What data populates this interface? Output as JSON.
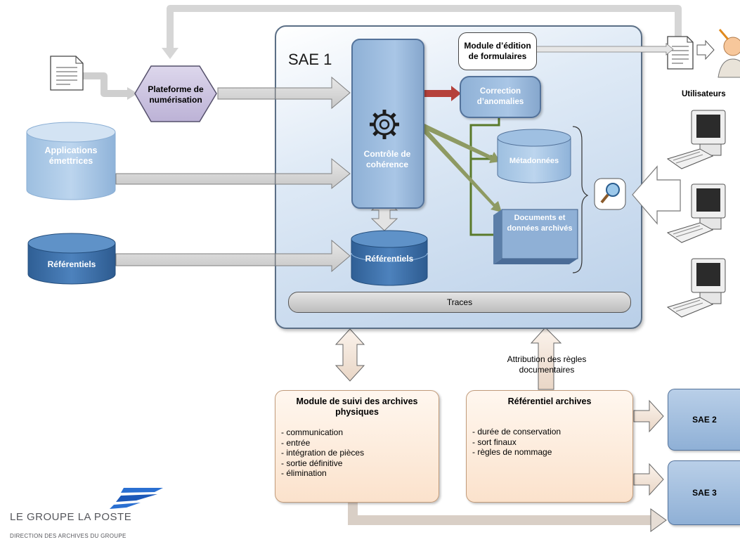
{
  "sae1": {
    "title": "SAE 1"
  },
  "nodes": {
    "plateforme": "Plateforme de numérisation",
    "module_edition": "Module d’édition de formulaires",
    "correction": "Correction d’anomalies",
    "controle": "Contrôle de cohérence",
    "metadonnees": "Métadonnées",
    "documents": "Documents et données archivés",
    "referentiels_inner": "Référentiels",
    "traces": "Traces",
    "applications": "Applications émettrices",
    "referentiels_outer": "Référentiels",
    "utilisateurs": "Utilisateurs",
    "sae2": "SAE 2",
    "sae3": "SAE 3"
  },
  "attribution_label": "Attribution des règles documentaires",
  "module_suivi": {
    "title": "Module de suivi des archives physiques",
    "items": [
      "- communication",
      "- entrée",
      "- intégration de pièces",
      "- sortie définitive",
      "- élimination"
    ]
  },
  "referentiel_archives": {
    "title": "Référentiel archives",
    "items": [
      "- durée de conservation",
      "- sort finaux",
      "- règles de nommage"
    ]
  },
  "logo": {
    "name": "LE GROUPE LA POSTE",
    "subtitle": "DIRECTION DES ARCHIVES DU GROUPE"
  },
  "colors": {
    "blue_box": "#a9c6e6",
    "dark_blue": "#3b6ea5",
    "orange_box": "#fbe2cc",
    "green_arrow": "#5a7a2a",
    "red_arrow": "#b5413b",
    "purple_hex": "#c9c2dd"
  },
  "icons": [
    "document-icon",
    "gear-icon",
    "magnifier-icon",
    "computer-icon",
    "user-icon",
    "la-poste-logo"
  ]
}
